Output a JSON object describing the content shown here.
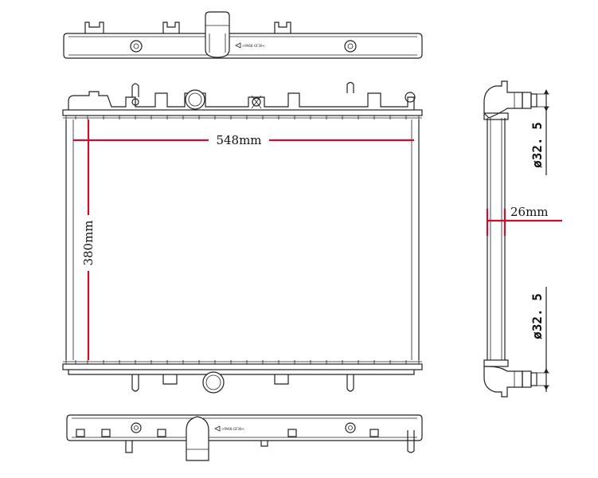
{
  "dimensions": {
    "width": "548mm",
    "height": "380mm",
    "core_thickness": "26mm",
    "inlet_diameter": "ø32. 5",
    "outlet_diameter": "ø32. 5"
  },
  "colors": {
    "line": "#222222",
    "dimension": "#c8102e",
    "background": "#ffffff"
  }
}
